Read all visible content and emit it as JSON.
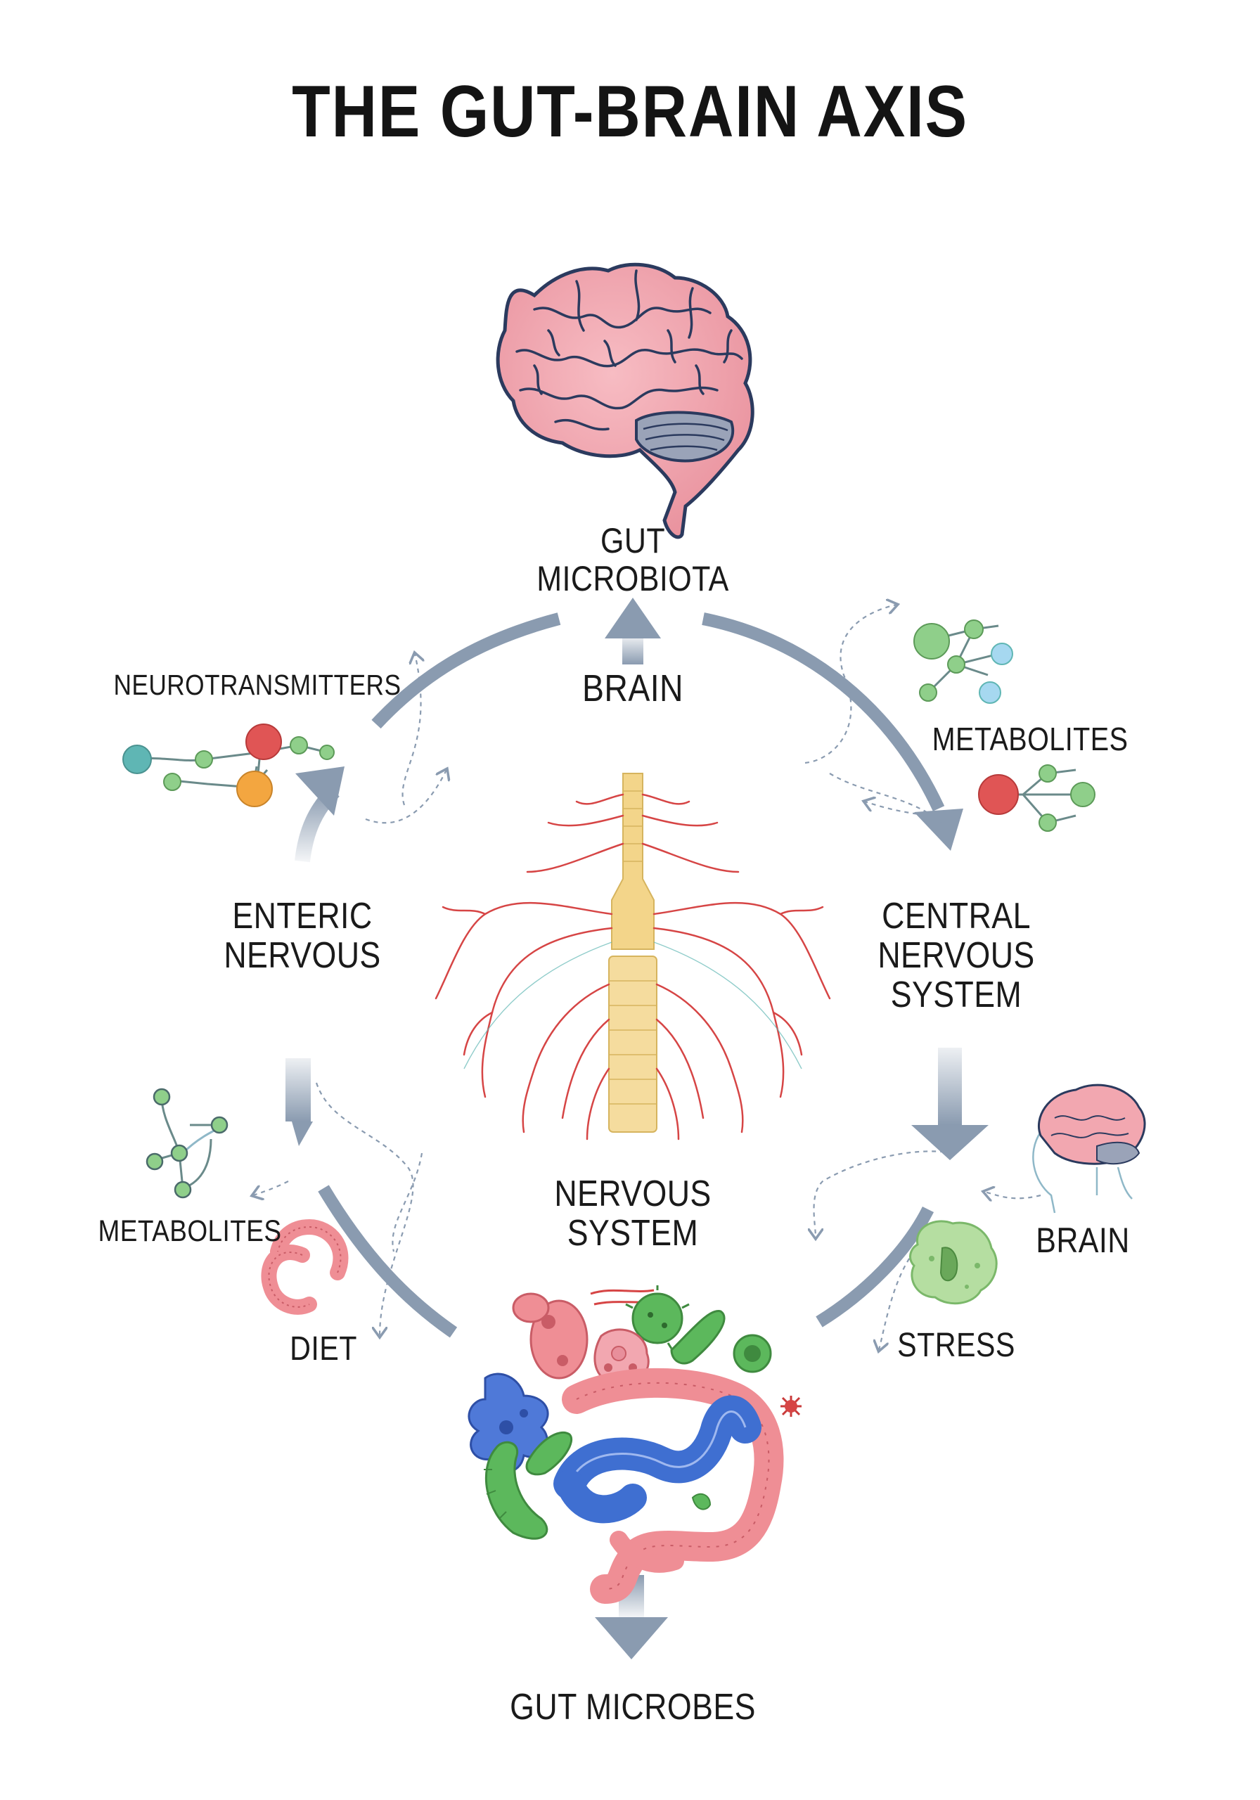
{
  "title": "THE GUT-BRAIN AXIS",
  "labels": {
    "gut_microbiota": "GUT MICROBIOTA",
    "brain_top": "BRAIN",
    "neurotransmitters": "NEUROTRANSMITTERS",
    "metabolites_right": "METABOLITES",
    "enteric_nervous": "ENTERIC\nNERVOUS",
    "central_nervous_system": "CENTRAL\nNERVOUS\nSYSTEM",
    "nervous_system": "NERVOUS\nSYSTEM",
    "metabolites_left": "METABOLITES",
    "diet": "DIET",
    "brain_right": "BRAIN",
    "stress": "STRESS",
    "gut_microbes": "GUT MICROBES"
  },
  "colors": {
    "arrow": "#8a9bb0",
    "brain_pink": "#f2a7b0",
    "brain_outline": "#2b3a5e",
    "nerve_red": "#d64545",
    "spine_yellow": "#f3d58a",
    "microbe_green": "#5cb85c",
    "microbe_blue": "#3f6fd1",
    "intestine_pink": "#ef8e95",
    "node_green": "#8fcf8a",
    "node_teal": "#5fb6b4",
    "node_red": "#e05555",
    "node_orange": "#f3a640"
  },
  "icons": {
    "brain_main": "brain-illustration",
    "spinal_cord": "spinal-cord-nerves-illustration",
    "microbes": "gut-microbes-intestine-illustration",
    "head_brain": "head-brain-icon",
    "stress_cell": "stress-cell-icon",
    "diet_worm": "diet-icon"
  }
}
